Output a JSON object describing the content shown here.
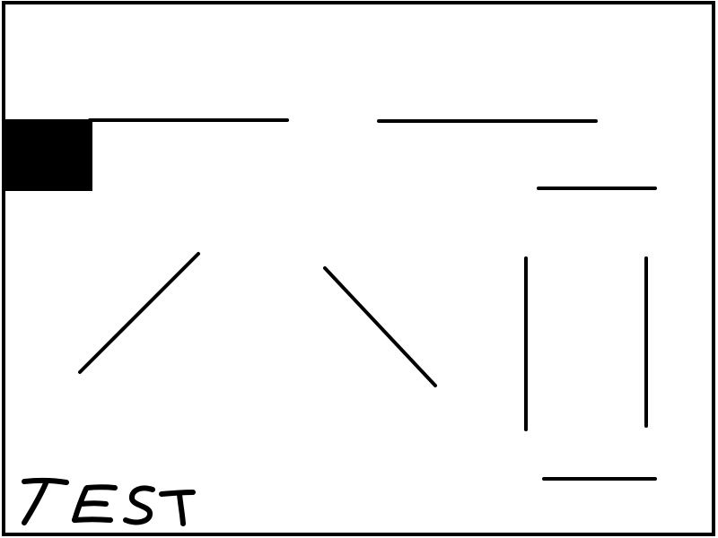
{
  "canvas": {
    "background": "#ffffff",
    "ink_color": "#000000"
  },
  "handwritten_label": "TEST",
  "shapes": {
    "filled_square": "filled-rectangle",
    "lines": [
      "top-left-horizontal-line",
      "top-right-horizontal-line",
      "upper-right-short-line",
      "diagonal-line-rising",
      "diagonal-line-falling",
      "left-vertical-line",
      "right-vertical-line",
      "bottom-right-short-line"
    ]
  }
}
